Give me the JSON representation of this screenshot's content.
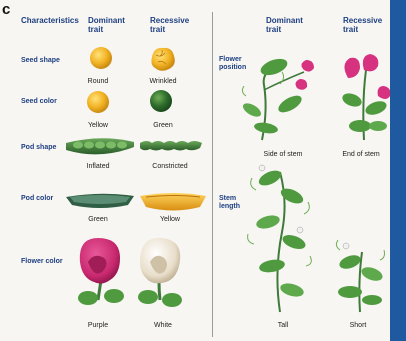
{
  "panel_letter": "c",
  "headers": {
    "characteristics": "Characteristics",
    "dominant_left": "Dominant\ntrait",
    "recessive_left": "Recessive\ntrait",
    "dominant_right": "Dominant\ntrait",
    "recessive_right": "Recessive\ntrait"
  },
  "rows_left": [
    {
      "label": "Seed shape",
      "dominant": "Round",
      "recessive": "Wrinkled"
    },
    {
      "label": "Seed color",
      "dominant": "Yellow",
      "recessive": "Green"
    },
    {
      "label": "Pod shape",
      "dominant": "Inflated",
      "recessive": "Constricted"
    },
    {
      "label": "Pod color",
      "dominant": "Green",
      "recessive": "Yellow"
    },
    {
      "label": "Flower color",
      "dominant": "Purple",
      "recessive": "White"
    }
  ],
  "rows_right": [
    {
      "label": "Flower\nposition",
      "dominant": "Side of stem",
      "recessive": "End of stem"
    },
    {
      "label": "Stem\nlength",
      "dominant": "Tall",
      "recessive": "Short"
    }
  ],
  "colors": {
    "header_text": "#1e3f82",
    "seed_yellow": "#f2b324",
    "seed_green": "#2e6b2c",
    "pod_green": "#3f7a3a",
    "pod_yellow": "#f3b12c",
    "flower_purple": "#c8286e",
    "flower_white": "#e8ddc9",
    "leaf_green": "#4f9a3f",
    "edge_blue": "#1f5aa0"
  }
}
